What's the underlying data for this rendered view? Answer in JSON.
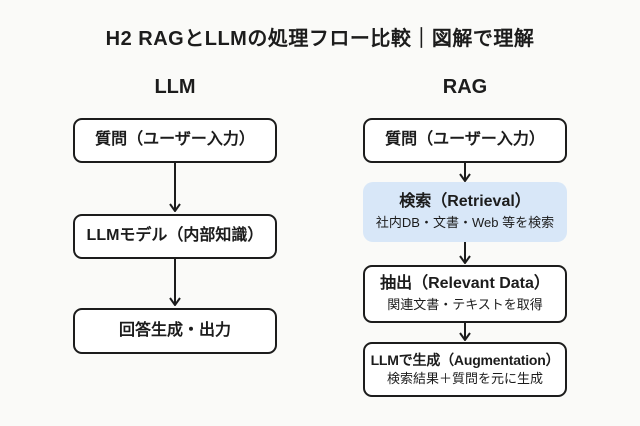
{
  "title": "H2 RAGとLLMの処理フロー比較｜図解で理解",
  "colors": {
    "background": "#FAFAF8",
    "box_background": "#FFFFFF",
    "box_border": "#1C1C1C",
    "highlight_background": "#D8E7F8",
    "text": "#1C1C1C",
    "arrow": "#1C1C1C"
  },
  "columns": [
    {
      "header": "LLM",
      "nodes": [
        {
          "title": "質問（ユーザー入力）"
        },
        {
          "title": "LLMモデル（内部知識）"
        },
        {
          "title": "回答生成・出力"
        }
      ]
    },
    {
      "header": "RAG",
      "nodes": [
        {
          "title": "質問（ユーザー入力）"
        },
        {
          "title": "検索（Retrieval）",
          "subtitle": "社内DB・文書・Web 等を検索",
          "highlighted": true
        },
        {
          "title": "抽出（Relevant Data）",
          "subtitle": "関連文書・テキストを取得"
        },
        {
          "title": "LLMで生成（Augmentation）",
          "subtitle": "検索結果＋質問を元に生成"
        }
      ]
    }
  ]
}
